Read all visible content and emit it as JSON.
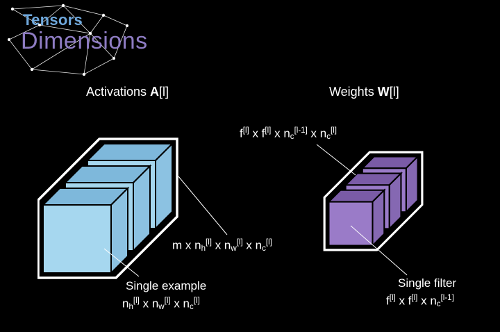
{
  "header": {
    "kicker": "Tensors",
    "title": "Dimensions"
  },
  "activations": {
    "heading": {
      "prefix": "Activations ",
      "symbol": "A",
      "index": "[l]"
    },
    "stack_formula": [
      {
        "t": "m x n"
      },
      {
        "t": "h",
        "s": "sub"
      },
      {
        "t": "[l]",
        "s": "sup"
      },
      {
        "t": " x n"
      },
      {
        "t": "w",
        "s": "sub"
      },
      {
        "t": "[l]",
        "s": "sup"
      },
      {
        "t": " x n"
      },
      {
        "t": "c",
        "s": "sub"
      },
      {
        "t": "[l]",
        "s": "sup"
      }
    ],
    "single_label": "Single example",
    "single_formula": [
      {
        "t": "n"
      },
      {
        "t": "h",
        "s": "sub"
      },
      {
        "t": "[l]",
        "s": "sup"
      },
      {
        "t": " x n"
      },
      {
        "t": "w",
        "s": "sub"
      },
      {
        "t": "[l]",
        "s": "sup"
      },
      {
        "t": " x n"
      },
      {
        "t": "c",
        "s": "sub"
      },
      {
        "t": "[l]",
        "s": "sup"
      }
    ],
    "cube_colors": {
      "front": "#A6D7EF",
      "top": "#7EB8DB",
      "side": "#8CC2E2"
    }
  },
  "weights": {
    "heading": {
      "prefix": "Weights ",
      "symbol": "W",
      "index": "[l]"
    },
    "stack_formula": [
      {
        "t": "f"
      },
      {
        "t": "[l]",
        "s": "sup"
      },
      {
        "t": " x f"
      },
      {
        "t": "[l]",
        "s": "sup"
      },
      {
        "t": " x n"
      },
      {
        "t": "c",
        "s": "sub"
      },
      {
        "t": "[l-1]",
        "s": "sup"
      },
      {
        "t": " x n"
      },
      {
        "t": "c",
        "s": "sub"
      },
      {
        "t": "[l]",
        "s": "sup"
      }
    ],
    "single_label": "Single filter",
    "single_formula": [
      {
        "t": "f"
      },
      {
        "t": "[l]",
        "s": "sup"
      },
      {
        "t": " x f"
      },
      {
        "t": "[l]",
        "s": "sup"
      },
      {
        "t": " x n"
      },
      {
        "t": "c",
        "s": "sub"
      },
      {
        "t": "[l-1]",
        "s": "sup"
      }
    ],
    "cube_colors": {
      "front": "#9A7BC8",
      "top": "#7A5BA6",
      "side": "#8568B2"
    }
  },
  "colors": {
    "background": "#000000",
    "kicker": "#6FA8DC",
    "title": "#8E7CC3",
    "text": "#FFFFFF",
    "outline": "#FFFFFF"
  }
}
